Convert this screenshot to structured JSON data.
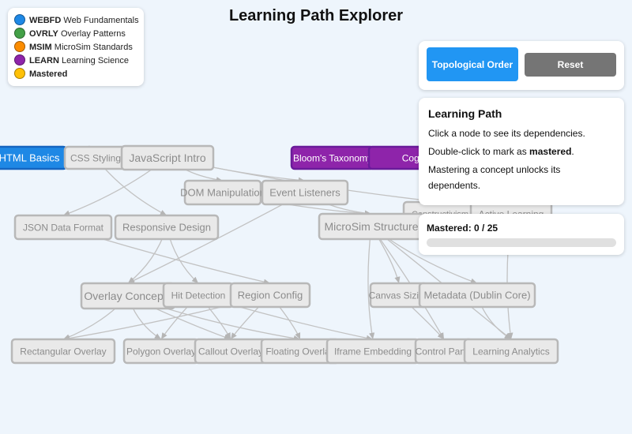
{
  "title": "Learning Path Explorer",
  "legend": [
    {
      "code": "WEBFD",
      "label": "Web Fundamentals",
      "color": "#1e88e5"
    },
    {
      "code": "OVRLY",
      "label": "Overlay Patterns",
      "color": "#43a047"
    },
    {
      "code": "MSIM",
      "label": "MicroSim Standards",
      "color": "#fb8c00"
    },
    {
      "code": "LEARN",
      "label": "Learning Science",
      "color": "#8e24aa"
    },
    {
      "code": "",
      "label": "Mastered",
      "color": "#ffc107"
    }
  ],
  "buttons": {
    "topological": "Topological Order",
    "reset": "Reset"
  },
  "path_panel": {
    "heading": "Learning Path",
    "line1": "Click a node to see its dependencies.",
    "line2_pre": "Double-click to mark as ",
    "line2_bold": "mastered",
    "line2_post": ".",
    "line3": "Mastering a concept unlocks its dependents."
  },
  "mastered": {
    "label": "Mastered: 0 / 25",
    "count": 0,
    "total": 25
  },
  "nodes": [
    {
      "id": "html",
      "label": "HTML Basics",
      "state": "active-webfd"
    },
    {
      "id": "css",
      "label": "CSS Styling",
      "state": "locked"
    },
    {
      "id": "js",
      "label": "JavaScript Intro",
      "state": "locked"
    },
    {
      "id": "dom",
      "label": "DOM Manipulation",
      "state": "locked"
    },
    {
      "id": "events",
      "label": "Event Listeners",
      "state": "locked"
    },
    {
      "id": "json",
      "label": "JSON Data Format",
      "state": "locked"
    },
    {
      "id": "responsive",
      "label": "Responsive Design",
      "state": "locked"
    },
    {
      "id": "bloom",
      "label": "Bloom's Taxonomy",
      "state": "active-learn"
    },
    {
      "id": "cogload",
      "label": "Cognitive Load Theory",
      "state": "active-learn"
    },
    {
      "id": "construct",
      "label": "Constructivism",
      "state": "locked"
    },
    {
      "id": "active",
      "label": "Active Learning",
      "state": "locked"
    },
    {
      "id": "microsim",
      "label": "MicroSim Structure",
      "state": "locked"
    },
    {
      "id": "overlay",
      "label": "Overlay Concepts",
      "state": "locked"
    },
    {
      "id": "hit",
      "label": "Hit Detection",
      "state": "locked"
    },
    {
      "id": "region",
      "label": "Region Config",
      "state": "locked"
    },
    {
      "id": "canvas",
      "label": "Canvas Sizing",
      "state": "locked"
    },
    {
      "id": "metadata",
      "label": "Metadata (Dublin Core)",
      "state": "locked"
    },
    {
      "id": "rect",
      "label": "Rectangular Overlay",
      "state": "locked"
    },
    {
      "id": "poly",
      "label": "Polygon Overlay",
      "state": "locked"
    },
    {
      "id": "callout",
      "label": "Callout Overlay",
      "state": "locked"
    },
    {
      "id": "floating",
      "label": "Floating Overlay",
      "state": "locked"
    },
    {
      "id": "iframe",
      "label": "Iframe Embedding",
      "state": "locked"
    },
    {
      "id": "control",
      "label": "Control Panel",
      "state": "locked"
    },
    {
      "id": "analytics",
      "label": "Learning Analytics",
      "state": "locked"
    }
  ],
  "edges": [
    [
      "html",
      "css"
    ],
    [
      "css",
      "js"
    ],
    [
      "js",
      "dom"
    ],
    [
      "js",
      "events"
    ],
    [
      "dom",
      "events"
    ],
    [
      "js",
      "json"
    ],
    [
      "css",
      "responsive"
    ],
    [
      "bloom",
      "cogload"
    ],
    [
      "cogload",
      "construct"
    ],
    [
      "construct",
      "active"
    ],
    [
      "events",
      "microsim"
    ],
    [
      "dom",
      "microsim"
    ],
    [
      "js",
      "construct"
    ],
    [
      "responsive",
      "overlay"
    ],
    [
      "responsive",
      "hit"
    ],
    [
      "json",
      "region"
    ],
    [
      "events",
      "overlay"
    ],
    [
      "microsim",
      "canvas"
    ],
    [
      "microsim",
      "metadata"
    ],
    [
      "overlay",
      "rect"
    ],
    [
      "overlay",
      "poly"
    ],
    [
      "overlay",
      "callout"
    ],
    [
      "hit",
      "poly"
    ],
    [
      "hit",
      "callout"
    ],
    [
      "region",
      "rect"
    ],
    [
      "region",
      "floating"
    ],
    [
      "overlay",
      "floating"
    ],
    [
      "hit",
      "iframe"
    ],
    [
      "microsim",
      "iframe"
    ],
    [
      "canvas",
      "control"
    ],
    [
      "metadata",
      "analytics"
    ],
    [
      "microsim",
      "analytics"
    ],
    [
      "active",
      "analytics"
    ],
    [
      "microsim",
      "control"
    ],
    [
      "region",
      "callout"
    ]
  ]
}
